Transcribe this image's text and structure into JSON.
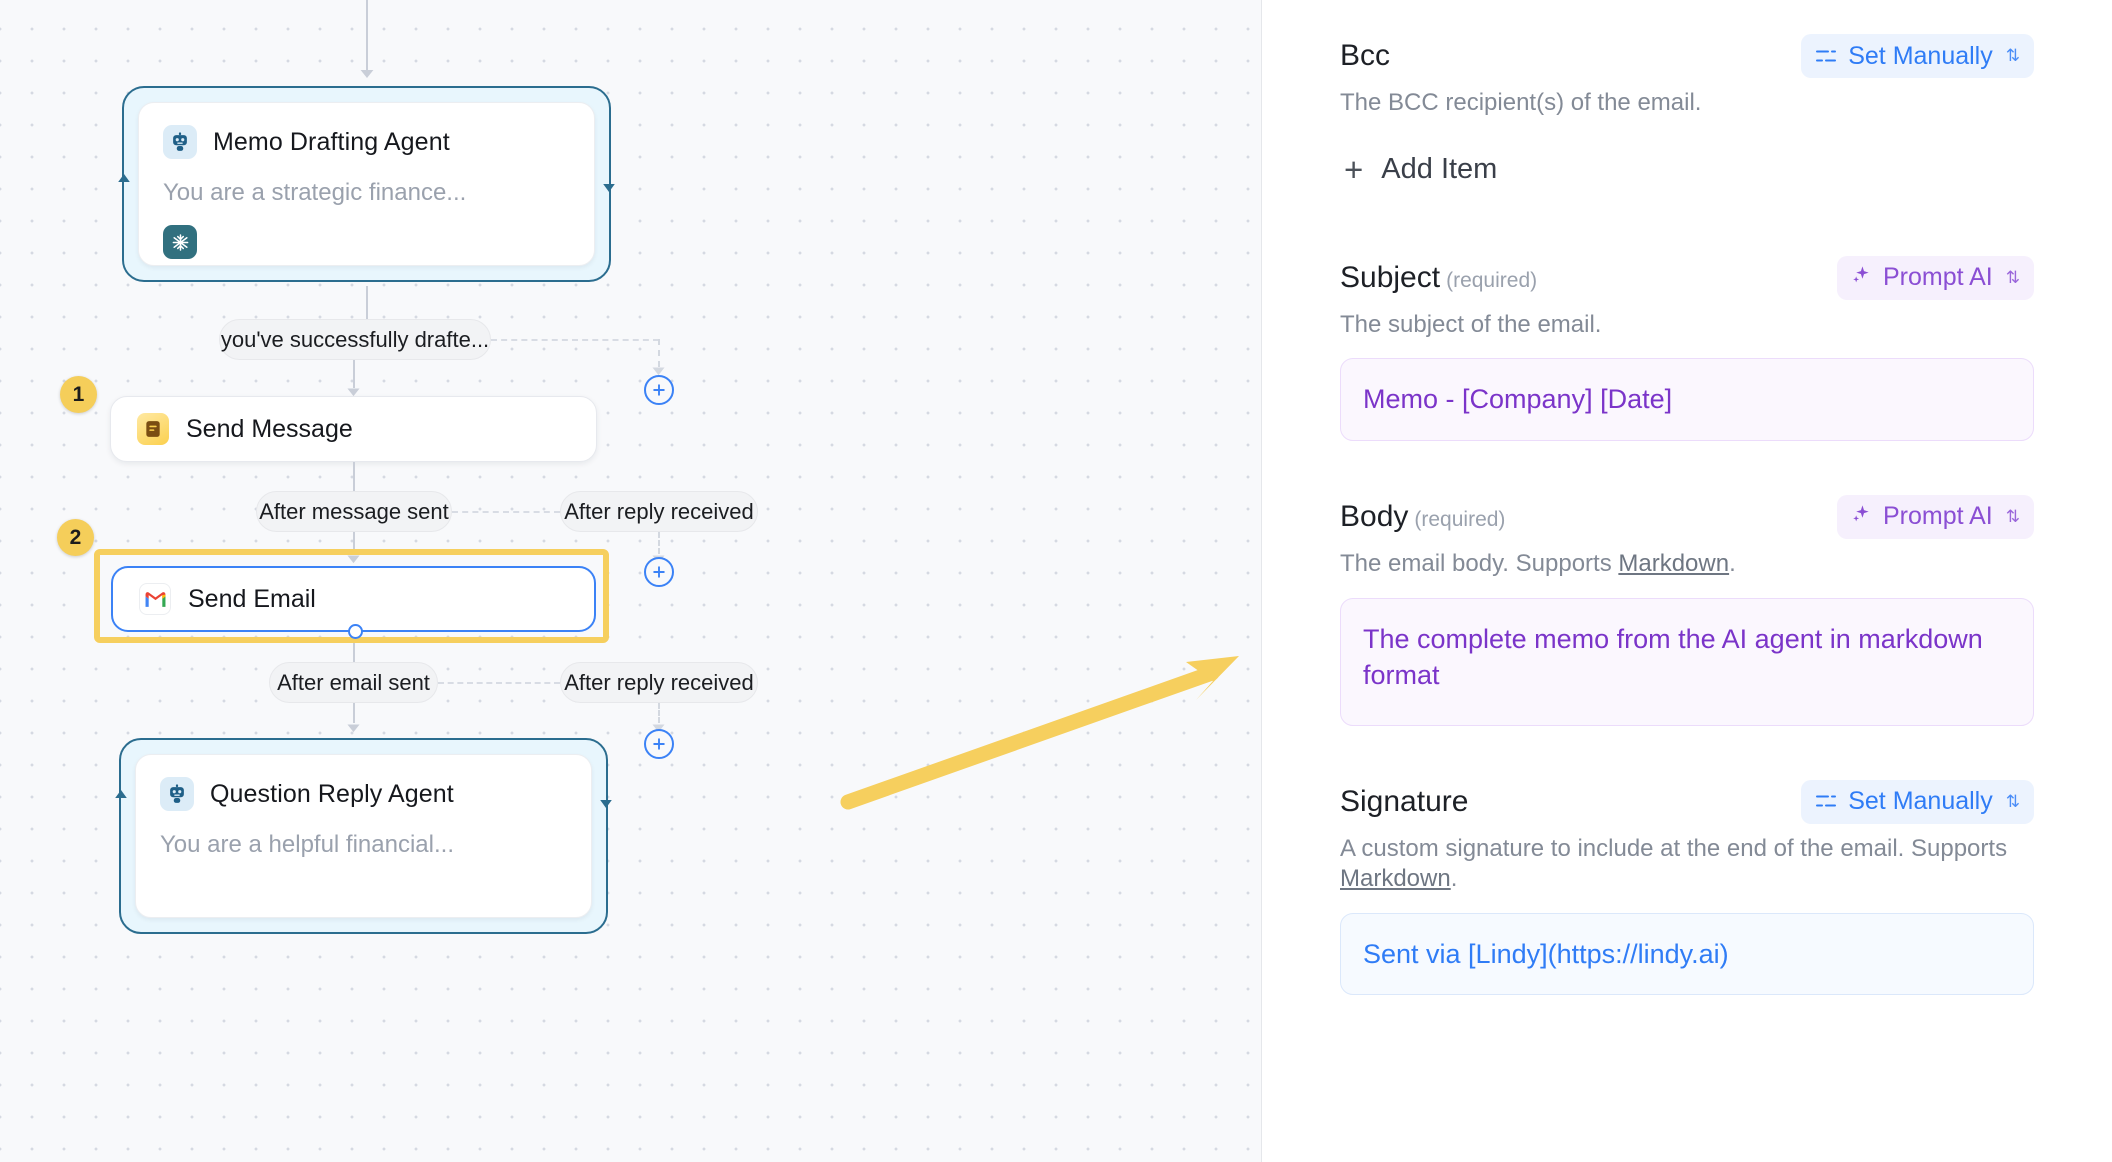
{
  "canvas": {
    "nodes": [
      {
        "id": "memo-agent",
        "type": "agent",
        "title": "Memo Drafting Agent",
        "subtitle": "You are a strategic finance...",
        "icon": "robot-icon",
        "tool_icon": "integration-icon"
      },
      {
        "id": "send-message",
        "type": "step",
        "label": "Send Message",
        "icon": "message-icon",
        "order_badge": "1"
      },
      {
        "id": "send-email",
        "type": "step",
        "label": "Send Email",
        "icon": "gmail-icon",
        "order_badge": "2",
        "selected": true
      },
      {
        "id": "question-reply-agent",
        "type": "agent",
        "title": "Question Reply Agent",
        "subtitle": "You are a helpful financial...",
        "icon": "robot-icon"
      }
    ],
    "edge_labels": [
      {
        "id": "drafted",
        "text": "you've successfully drafte..."
      },
      {
        "id": "after-message-sent",
        "text": "After message sent"
      },
      {
        "id": "after-reply-received-1",
        "text": "After reply received"
      },
      {
        "id": "after-email-sent",
        "text": "After email sent"
      },
      {
        "id": "after-reply-received-2",
        "text": "After reply received"
      }
    ],
    "add_buttons": [
      {
        "id": "add-node-1"
      },
      {
        "id": "add-node-2"
      },
      {
        "id": "add-node-3"
      }
    ],
    "annotation": {
      "arrow_color": "#f6cf5e",
      "highlight_color": "#f6cf5e"
    }
  },
  "panel": {
    "fields": [
      {
        "id": "bcc",
        "title": "Bcc",
        "required": "",
        "description": "The BCC recipient(s) of the email.",
        "mode": {
          "label": "Set Manually",
          "style": "manual",
          "icon": "sliders-icon",
          "caret": "chevron-updown-icon"
        },
        "add_item_label": "Add Item",
        "value": ""
      },
      {
        "id": "subject",
        "title": "Subject",
        "required": "(required)",
        "description": "The subject of the email.",
        "mode": {
          "label": "Prompt AI",
          "style": "ai",
          "icon": "sparkles-icon",
          "caret": "chevron-updown-icon"
        },
        "value": "Memo - [Company] [Date]"
      },
      {
        "id": "body",
        "title": "Body",
        "required": "(required)",
        "description_pre": "The email body. Supports ",
        "description_link": "Markdown",
        "description_post": ".",
        "mode": {
          "label": "Prompt AI",
          "style": "ai",
          "icon": "sparkles-icon",
          "caret": "chevron-updown-icon"
        },
        "value": "The complete memo from the AI agent in markdown format"
      },
      {
        "id": "signature",
        "title": "Signature",
        "required": "",
        "description_pre": "A custom signature to include at the end of the email. Supports ",
        "description_link": "Markdown",
        "description_post": ".",
        "mode": {
          "label": "Set Manually",
          "style": "manual",
          "icon": "sliders-icon",
          "caret": "chevron-updown-icon"
        },
        "value": "Sent via [Lindy](https://lindy.ai)"
      }
    ]
  },
  "colors": {
    "accent_blue": "#3b82f6",
    "ai_purple": "#8b4fd4",
    "highlight_yellow": "#f6cf5e",
    "agent_border": "#2b6d8f",
    "agent_fill": "#e8f6fd"
  }
}
